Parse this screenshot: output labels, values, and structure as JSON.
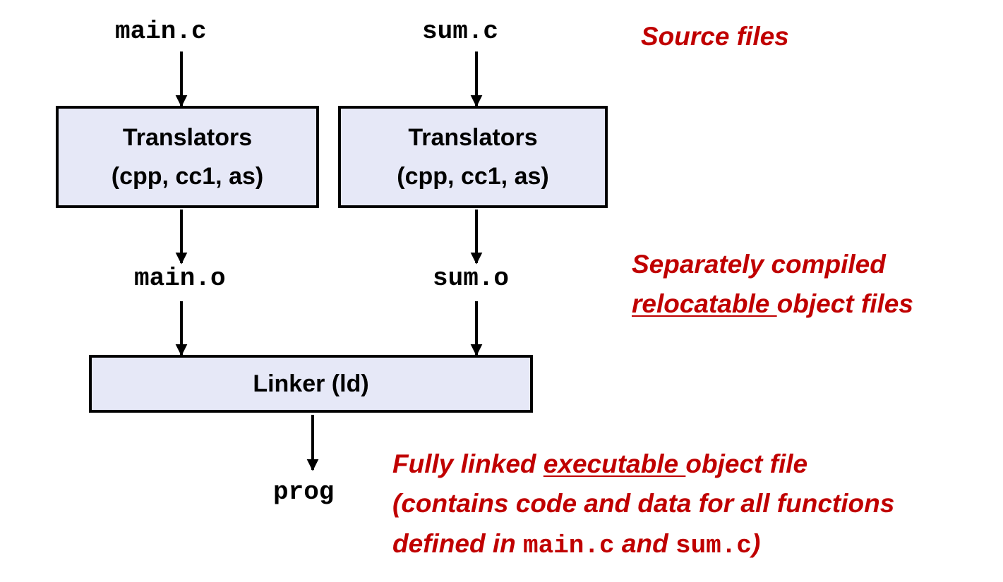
{
  "source_files": {
    "main": "main.c",
    "sum": "sum.c",
    "label": "Source files"
  },
  "translators": {
    "main": {
      "title": "Translators",
      "tools": "(cpp, cc1, as)"
    },
    "sum": {
      "title": "Translators",
      "tools": "(cpp, cc1, as)"
    }
  },
  "object_files": {
    "main": "main.o",
    "sum": "sum.o",
    "label_line1": "Separately compiled",
    "label_underlined": "relocatable ",
    "label_rest": "object files"
  },
  "linker": {
    "label": "Linker (ld)"
  },
  "output": {
    "name": "prog",
    "label_prefix": "Fully linked ",
    "label_underlined": "executable ",
    "label_suffix": "object file",
    "line2": "(contains code and data for all functions",
    "line3_prefix": "defined in ",
    "line3_file1": "main.c",
    "line3_mid": " and ",
    "line3_file2": "sum.c",
    "line3_suffix": ")"
  },
  "colors": {
    "annotation": "#c00000",
    "box_fill": "#e6e8f7",
    "stroke": "#000000"
  }
}
